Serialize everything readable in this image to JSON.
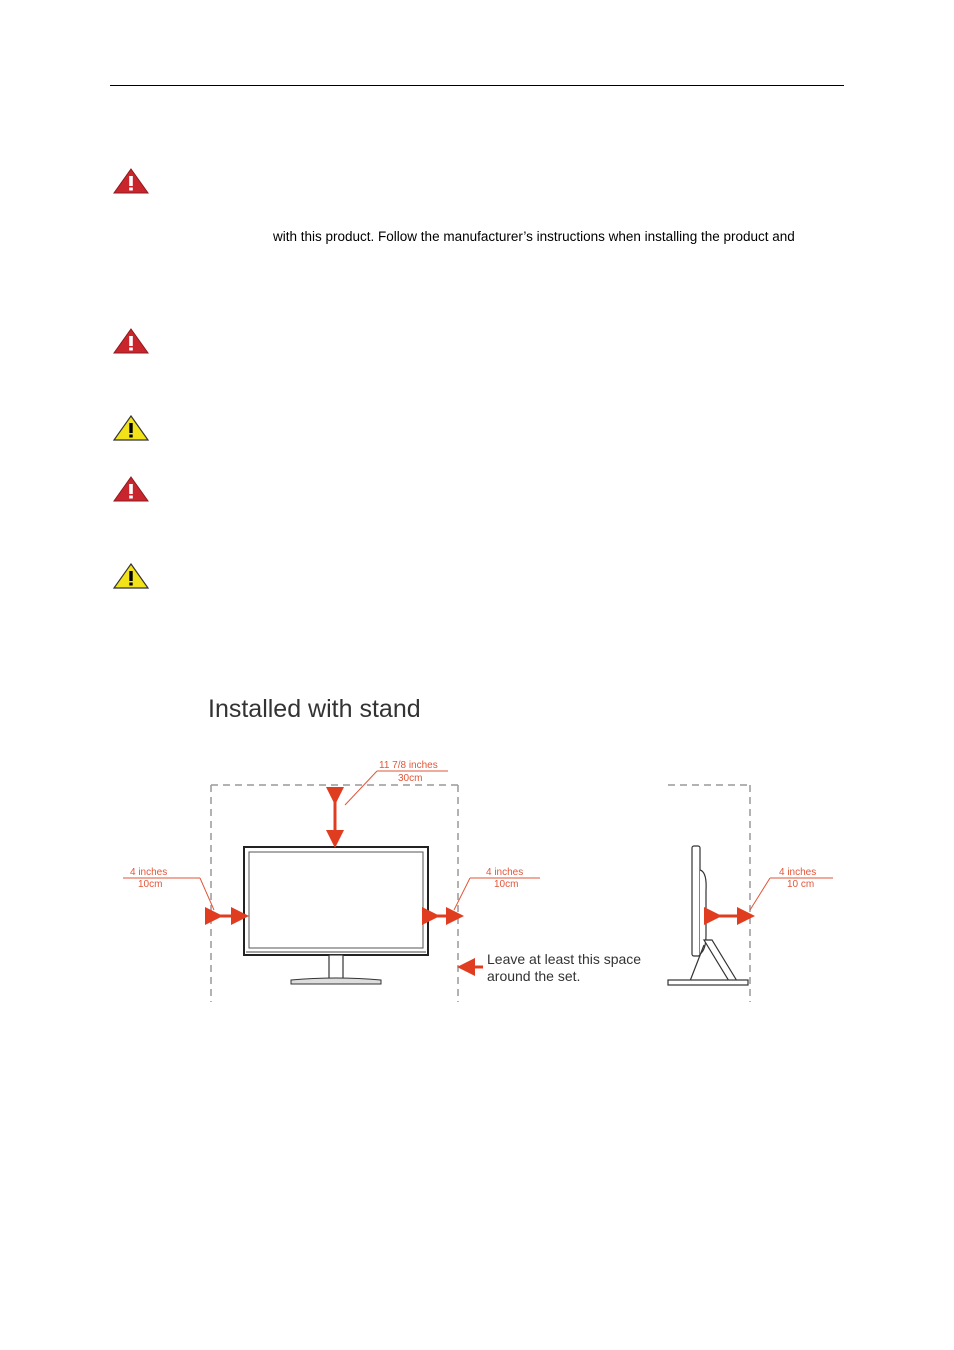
{
  "page": {
    "body_line": "with this product. Follow the manufacturer’s instructions when installing the product and"
  },
  "icons": {
    "danger": "warning-red-triangle-icon",
    "caution": "warning-yellow-triangle-icon"
  },
  "colors": {
    "danger_red": "#c8252c",
    "caution_yellow": "#f2e21a",
    "dimension_orange": "#e2563a",
    "arrow_red": "#e03c1f"
  },
  "diagram": {
    "title": "Installed with stand",
    "top_clearance": {
      "imperial": "11 7/8 inches",
      "metric": "30cm"
    },
    "left_clearance": {
      "imperial": "4 inches",
      "metric": "10cm"
    },
    "right_clearance": {
      "imperial": "4 inches",
      "metric": "10cm"
    },
    "side_view_clearance": {
      "imperial": "4 inches",
      "metric": "10 cm"
    },
    "note_line1": "Leave at least this space",
    "note_line2": "around the set."
  }
}
